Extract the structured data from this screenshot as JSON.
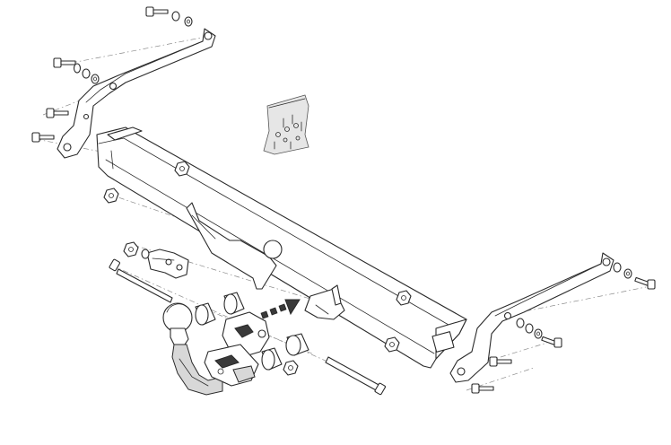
{
  "figure": {
    "parts": [
      "left-bracket",
      "right-bracket",
      "crossbar",
      "tow-ball-arm",
      "electrical-socket",
      "socket-bracket",
      "bolt",
      "washer",
      "nut",
      "spacer-sleeve",
      "long-bolt",
      "insertion-arrow",
      "mounting-detail-inset"
    ],
    "colors": {
      "line": "#2a2a2a",
      "background": "#ffffff",
      "shade": "#d8d8d8",
      "arrow": "#1a1a1a"
    }
  }
}
